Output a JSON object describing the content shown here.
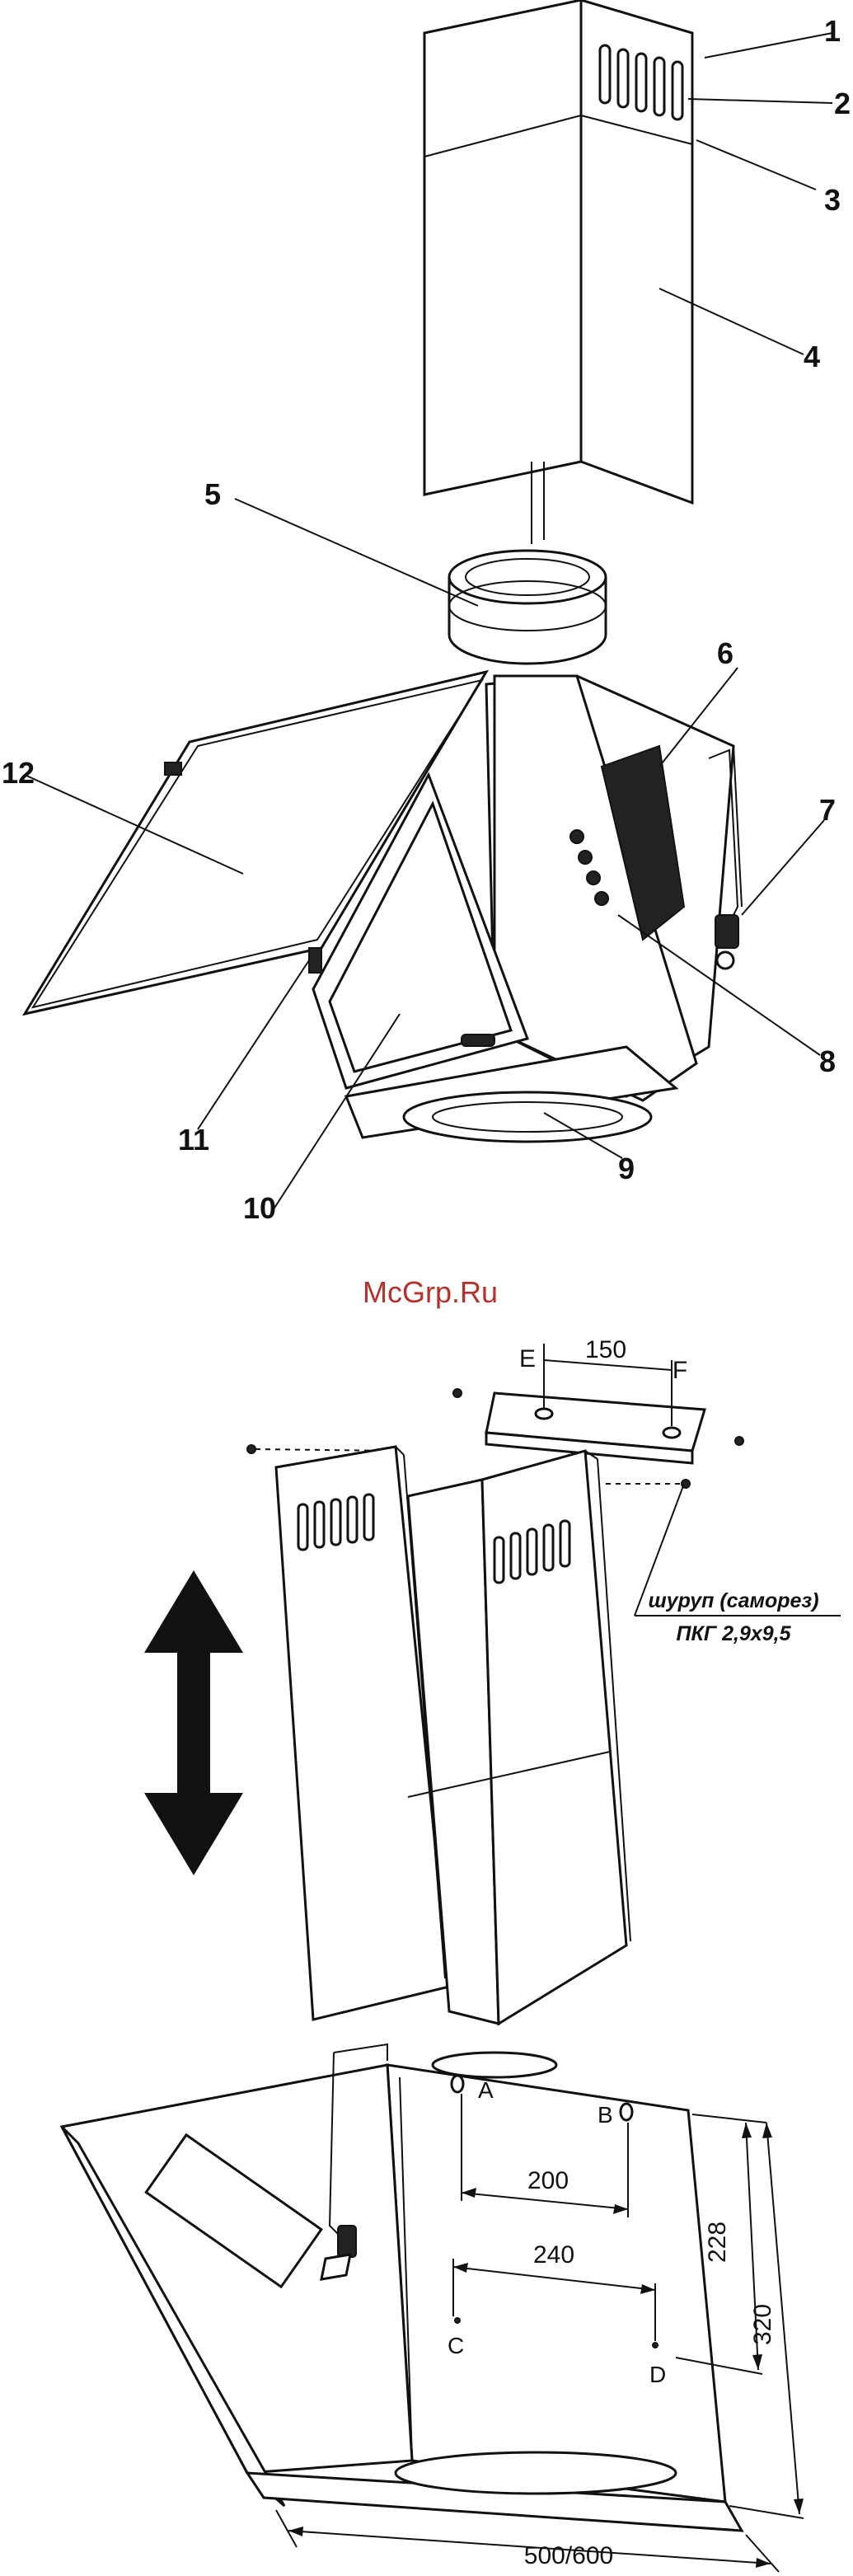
{
  "labels": {
    "l1": "1",
    "l2": "2",
    "l3": "3",
    "l4": "4",
    "l5": "5",
    "l6": "6",
    "l7": "7",
    "l8": "8",
    "l9": "9",
    "l10": "10",
    "l11": "11",
    "l12": "12"
  },
  "watermark": "McGrp.Ru",
  "bracket": {
    "e": "E",
    "f": "F",
    "spacing": "150"
  },
  "screw_note": {
    "line1": "шуруп (саморез)",
    "line2": "ПКГ 2,9х9,5"
  },
  "install": {
    "a": "A",
    "b": "B",
    "c": "C",
    "d": "D",
    "dim_ab": "200",
    "dim_cd": "240",
    "dim_h1": "228",
    "dim_h2": "320",
    "dim_w": "500/600"
  }
}
